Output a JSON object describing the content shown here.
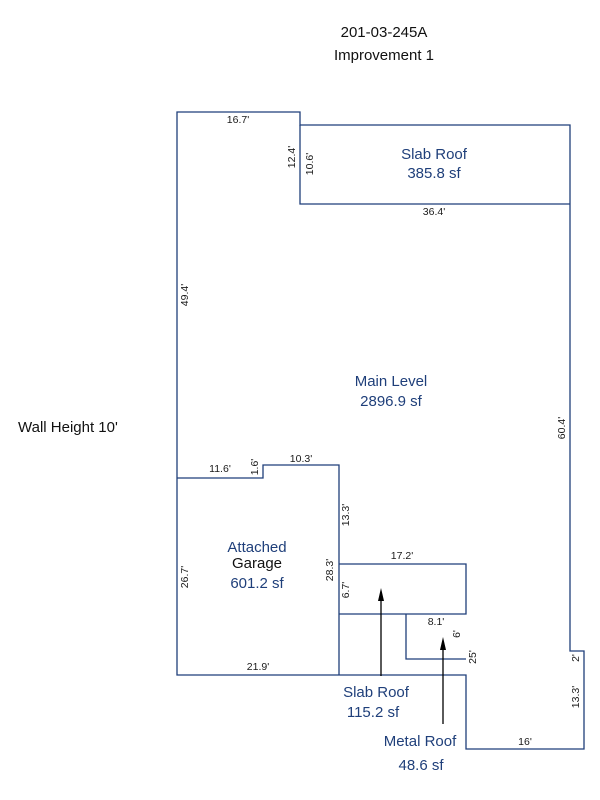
{
  "header": {
    "parcel": "201-03-245A",
    "improvement": "Improvement 1"
  },
  "side_note": "Wall Height 10'",
  "areas": {
    "slab_roof_top": {
      "name": "Slab Roof",
      "area": "385.8 sf"
    },
    "main_level": {
      "name": "Main Level",
      "area": "2896.9 sf"
    },
    "garage": {
      "name_line1": "Attached",
      "name_line2": "Garage",
      "area": "601.2 sf"
    },
    "slab_roof_bottom": {
      "name": "Slab Roof",
      "area": "115.2 sf"
    },
    "metal_roof": {
      "name": "Metal Roof",
      "area": "48.6 sf"
    }
  },
  "dimensions": {
    "top_left_width": "16.7'",
    "top_step_outer": "12.4'",
    "top_step_inner": "10.6'",
    "slab_width": "36.4'",
    "left_height": "49.4'",
    "right_height": "60.4'",
    "garage_top_left": "11.6'",
    "garage_notch": "1.6'",
    "garage_top_right": "10.3'",
    "garage_right_upper": "13.3'",
    "garage_right_total": "28.3'",
    "garage_left": "26.7'",
    "garage_bottom": "21.9'",
    "slab_small_width": "17.2'",
    "slab_small_height": "6.7'",
    "metal_width": "8.1'",
    "metal_height": "6'",
    "lower_step": "25'",
    "right_step_small": "2'",
    "right_lower": "13.3'",
    "bottom_width": "16'"
  }
}
